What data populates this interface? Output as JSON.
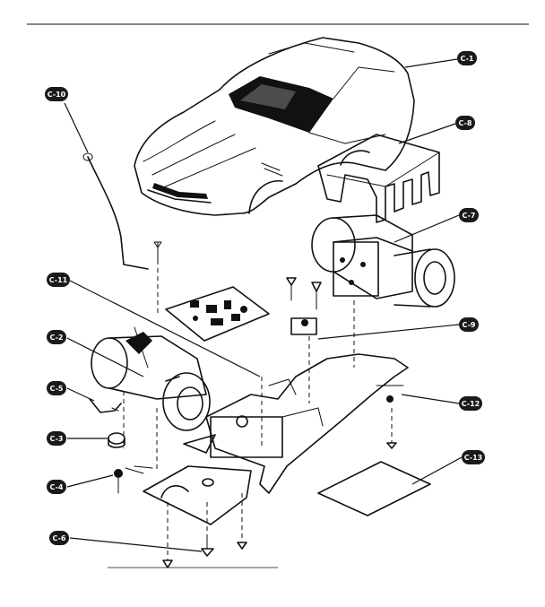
{
  "diagram": {
    "parts": [
      {
        "id": "c1",
        "label": "C-1"
      },
      {
        "id": "c8",
        "label": "C-8"
      },
      {
        "id": "c7",
        "label": "C-7"
      },
      {
        "id": "c10",
        "label": "C-10"
      },
      {
        "id": "c11",
        "label": "C-11"
      },
      {
        "id": "c9",
        "label": "C-9"
      },
      {
        "id": "c2",
        "label": "C-2"
      },
      {
        "id": "c5",
        "label": "C-5"
      },
      {
        "id": "c12",
        "label": "C-12"
      },
      {
        "id": "c3",
        "label": "C-3"
      },
      {
        "id": "c13",
        "label": "C-13"
      },
      {
        "id": "c4",
        "label": "C-4"
      },
      {
        "id": "c6",
        "label": "C-6"
      }
    ]
  }
}
